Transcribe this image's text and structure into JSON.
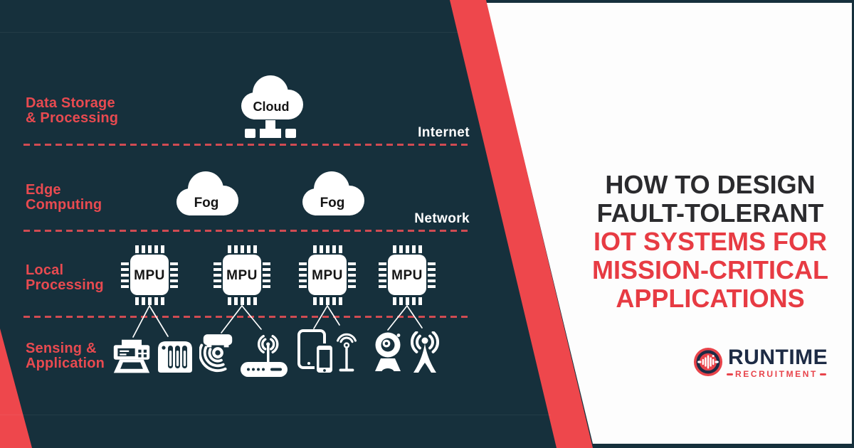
{
  "colors": {
    "background_navy": "#16303c",
    "accent_red": "#ee474c",
    "label_red": "#e84a50",
    "dash_red": "#d04b52",
    "title_dark": "#2b2b2e",
    "title_red": "#e73b43",
    "logo_navy": "#1d2b45",
    "white": "#ffffff"
  },
  "diagram": {
    "layers": [
      {
        "lines": [
          "Data Storage",
          "& Processing"
        ]
      },
      {
        "lines": [
          "Edge",
          "Computing"
        ]
      },
      {
        "lines": [
          "Local",
          "Processing"
        ]
      },
      {
        "lines": [
          "Sensing &",
          "Application"
        ]
      }
    ],
    "separators": [
      {
        "label": "Internet"
      },
      {
        "label": "Network"
      },
      {
        "label": ""
      }
    ],
    "cloud": {
      "label": "Cloud"
    },
    "fog_nodes": [
      {
        "label": "Fog"
      },
      {
        "label": "Fog"
      }
    ],
    "mpu_nodes": [
      {
        "label": "MPU"
      },
      {
        "label": "MPU"
      },
      {
        "label": "MPU"
      },
      {
        "label": "MPU"
      }
    ],
    "devices": [
      "printer",
      "nas-storage",
      "motion-sensor",
      "wifi-router",
      "tablet-and-phone",
      "iot-antenna-mast",
      "webcam",
      "cell-tower"
    ]
  },
  "panel": {
    "title_lines": [
      {
        "text": "HOW TO DESIGN",
        "color": "#2b2b2e"
      },
      {
        "text": "FAULT-TOLERANT",
        "color": "#2b2b2e"
      },
      {
        "text": "IOT SYSTEMS FOR",
        "color": "#e73b43"
      },
      {
        "text": "MISSION-CRITICAL",
        "color": "#e73b43"
      },
      {
        "text": "APPLICATIONS",
        "color": "#e73b43"
      }
    ],
    "logo": {
      "name": "RUNTIME",
      "subtitle": "RECRUITMENT"
    }
  }
}
